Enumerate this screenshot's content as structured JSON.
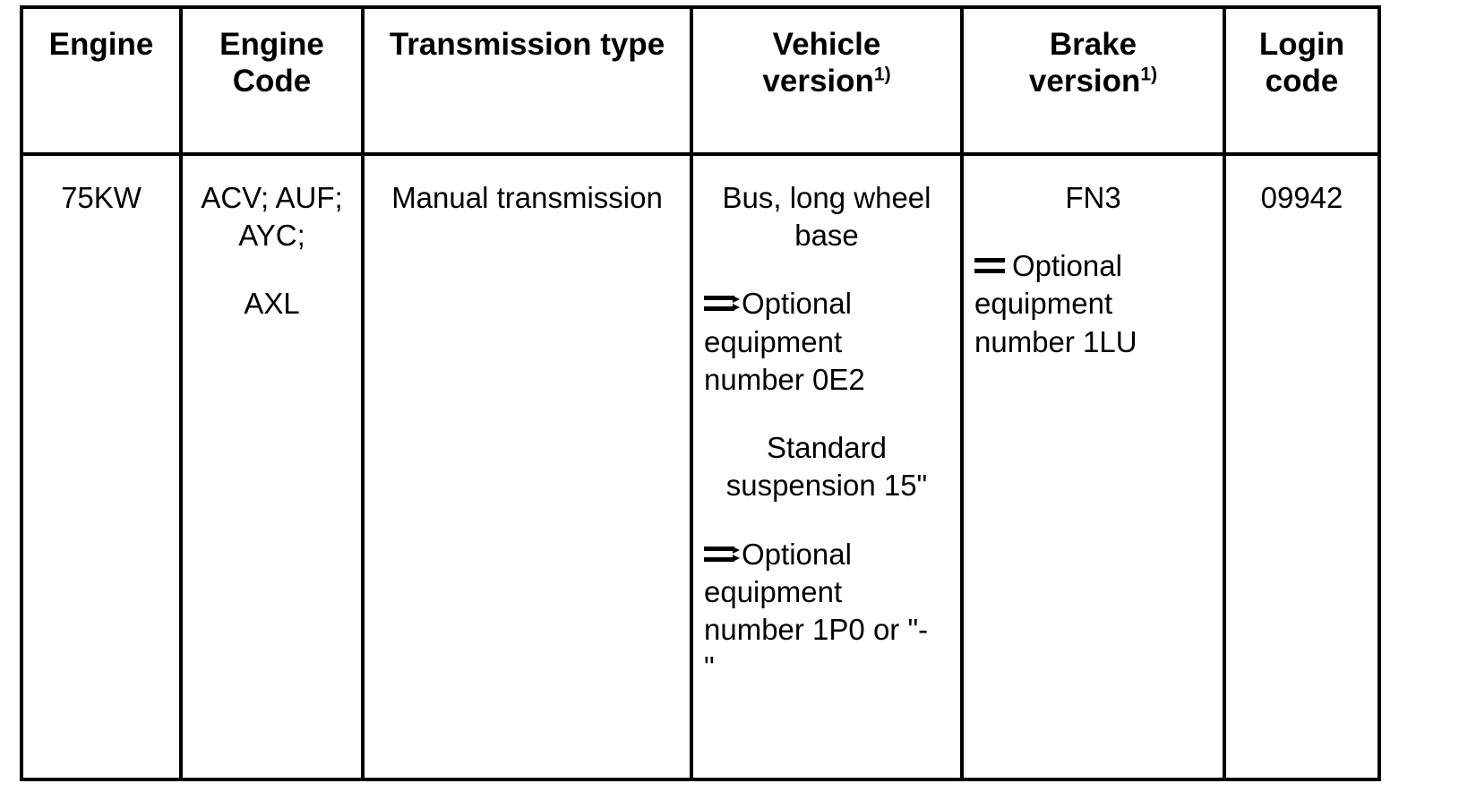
{
  "document": {
    "type": "specification-table",
    "title": "Engine / transmission / vehicle version login code table",
    "footnote_marker": "1)"
  },
  "table": {
    "columns": [
      {
        "key": "engine",
        "header": "Engine",
        "footnote": ""
      },
      {
        "key": "engine_code",
        "header": "Engine\nCode",
        "footnote": ""
      },
      {
        "key": "transmission",
        "header": "Transmission type",
        "footnote": ""
      },
      {
        "key": "vehicle",
        "header": "Vehicle\nversion",
        "footnote": "1)"
      },
      {
        "key": "brake",
        "header": "Brake\nversion",
        "footnote": "1)"
      },
      {
        "key": "login",
        "header": "Login\ncode",
        "footnote": ""
      }
    ],
    "rows": [
      {
        "engine": "75KW",
        "engine_code_line1": "ACV; AUF;\nAYC;",
        "engine_code_line2": "AXL",
        "transmission": "Manual transmission",
        "vehicle_heading": "Bus, long wheel\nbase",
        "vehicle_note1_arrow": "double-arrow",
        "vehicle_note1": "Optional\nequipment\nnumber 0E2",
        "vehicle_heading2": "Standard\nsuspension 15\"",
        "vehicle_note2_arrow": "double-arrow",
        "vehicle_note2": "Optional\nequipment\nnumber 1P0 or \"-",
        "vehicle_note2_wrap": "\"",
        "brake_heading": "FN3",
        "brake_note_arrow": "equals",
        "brake_note": "Optional\nequipment\nnumber 1LU",
        "login": "09942"
      }
    ]
  },
  "colors": {
    "border": "#000000",
    "text": "#000000",
    "background": "#ffffff"
  }
}
